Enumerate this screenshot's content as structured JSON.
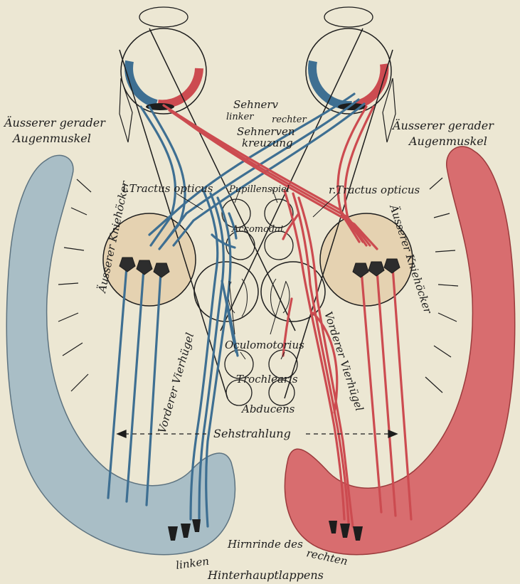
{
  "colors": {
    "background": "#ece7d3",
    "left_pathway": "#3e6f92",
    "right_pathway": "#cc4b50",
    "left_cortex": "#a9bec6",
    "right_cortex": "#d86d6f",
    "geniculate_body": "#e5d2b1",
    "ink": "#1d1d1d"
  },
  "labels": {
    "sehnerv": "Sehnerv",
    "sehnerv_links": "linker",
    "sehnerv_rechts": "rechter",
    "chiasma_1": "Sehnerven",
    "chiasma_2": "kreuzung",
    "left_muscle_1": "Äusserer gerader",
    "left_muscle_2": "Augenmuskel",
    "right_muscle_1": "Äusserer gerader",
    "right_muscle_2": "Augenmuskel",
    "tractus_left": "l.Tractus opticus",
    "tractus_right": "r.Tractus opticus",
    "pupillenspiel": "Pupillenspiel",
    "accomodat": "Accomodat",
    "kniehocker_left": "Äusserer Kniehöcker",
    "kniehocker_right": "Äusserer Kniehöcker",
    "vierhugel_left": "Vorderer Vierhügel",
    "vierhugel_right": "Vorderer Vierhügel",
    "oculomotorius": "Oculomotorius",
    "trochlearis": "Trochlearis",
    "abducens": "Abducens",
    "sehstrahlung": "Sehstrahlung",
    "hirnrinde": "Hirnrinde des",
    "linken": "linken",
    "rechten": "rechten",
    "hinterhaupt": "Hinterhauptlappens"
  }
}
